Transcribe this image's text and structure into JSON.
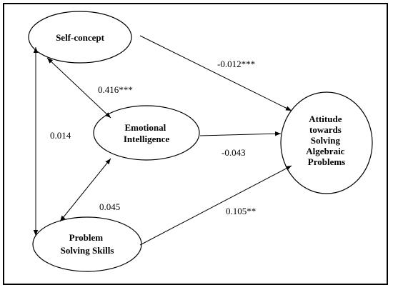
{
  "nodes": {
    "self_concept": [
      "Self-concept"
    ],
    "emotional_intelligence": [
      "Emotional",
      "Intelligence"
    ],
    "problem_solving": [
      "Problem",
      "Solving Skills"
    ],
    "attitude": [
      "Attitude",
      "towards",
      "Solving",
      "Algebraic",
      "Problems"
    ]
  },
  "coefficients": {
    "sc_to_attitude": "-0.012***",
    "sc_ei": "0.416***",
    "sc_ps": "0.014",
    "ei_to_attitude": "-0.043",
    "ei_ps": "0.045",
    "ps_to_attitude": "0.105**"
  }
}
